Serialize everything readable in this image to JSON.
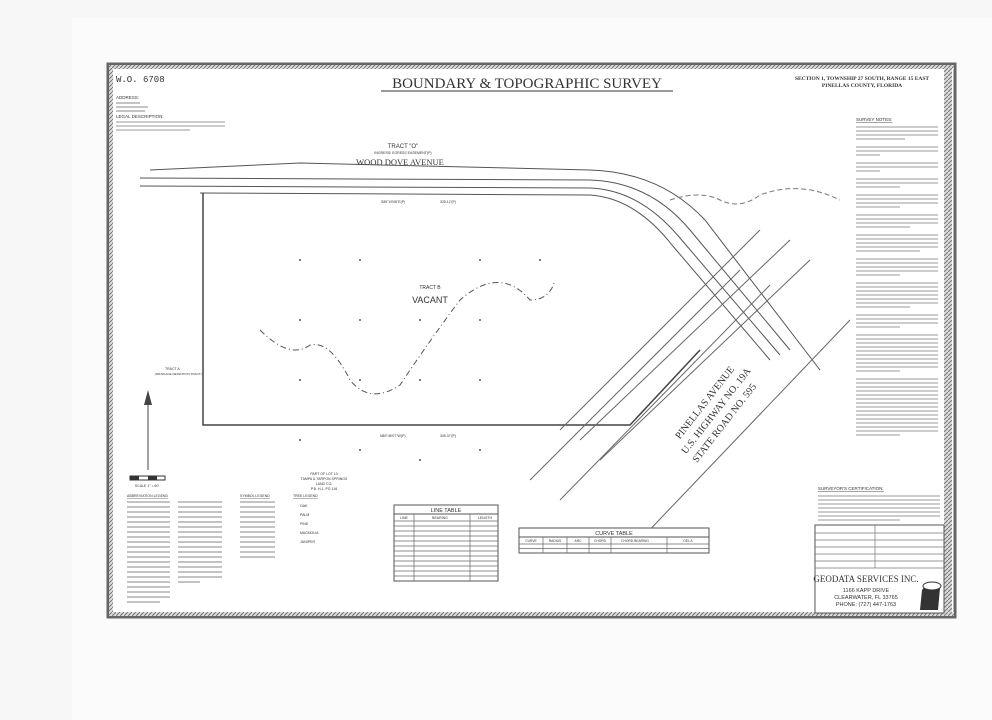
{
  "sheet": {
    "work_order": "W.O. 6708",
    "title": "BOUNDARY & TOPOGRAPHIC SURVEY",
    "location_line1": "SECTION 1, TOWNSHIP 27 SOUTH, RANGE 15 EAST",
    "location_line2": "PINELLAS COUNTY, FLORIDA",
    "address_heading": "ADDRESS:",
    "legal_heading": "LEGAL DESCRIPTION:"
  },
  "plan": {
    "tract_o": "TRACT \"O\"",
    "tract_o_sub": "INGRESS/ EGRESS EASEMENT(P)",
    "street": "WOOD DOVE AVENUE",
    "tract_b": "TRACT B",
    "vacant": "VACANT",
    "tract_a": "TRACT A",
    "tract_a_sub": "(DRAINAGE RETENTION TRACT)",
    "north_bearing": "S89°49'08\"E(P)",
    "north_length": "325.12'(P)",
    "south_bearing": "N89°45'07\"W(P)",
    "south_length": "305.37'(P)",
    "lot_note_1": "PART OF LOT 10",
    "lot_note_2": "TAMPA & TARPON SPRINGS",
    "lot_note_3": "LAND CO.",
    "lot_note_4": "P.B. H-1, PG 116",
    "road_1": "PINELLAS AVENUE",
    "road_2": "U.S. HIGHWAY NO. 19A",
    "road_3": "STATE ROAD NO. 595",
    "scale": "SCALE 1\" = 60'"
  },
  "legends": {
    "abbreviation": "ABBREVIATION LEGEND",
    "symbol": "SYMBOL LEGEND",
    "tree": "TREE LEGEND",
    "trees": [
      "OAK",
      "PALM",
      "PINE",
      "MAGNOLIA",
      "JUNIPER"
    ]
  },
  "line_table": {
    "title": "LINE TABLE",
    "headers": [
      "LINE",
      "BEARING",
      "LENGTH"
    ]
  },
  "curve_table": {
    "title": "CURVE TABLE",
    "headers": [
      "CURVE",
      "RADIUS",
      "ARC",
      "CHORD",
      "CHORD BEARING",
      "DEL A"
    ]
  },
  "notes": {
    "survey_notes": "SURVEY NOTES:",
    "certification": "SURVEYOR'S CERTIFICATION:"
  },
  "company": {
    "name": "GEODATA SERVICES INC.",
    "street": "1166 KAPP DRIVE",
    "city": "CLEARWATER, FL 33765",
    "phone": "PHONE: (727) 447-1763"
  }
}
